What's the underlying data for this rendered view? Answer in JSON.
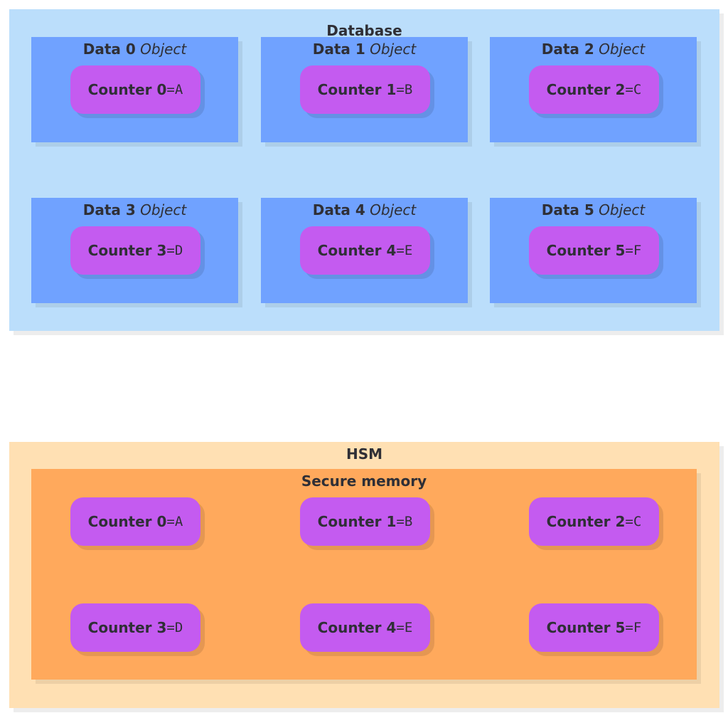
{
  "database": {
    "title": "Database",
    "objects": [
      {
        "name": "Data 0",
        "type": "Object",
        "counter": {
          "name": "Counter 0",
          "eq": "=",
          "value": "A"
        }
      },
      {
        "name": "Data 1",
        "type": "Object",
        "counter": {
          "name": "Counter 1",
          "eq": "=",
          "value": "B"
        }
      },
      {
        "name": "Data 2",
        "type": "Object",
        "counter": {
          "name": "Counter 2",
          "eq": "=",
          "value": "C"
        }
      },
      {
        "name": "Data 3",
        "type": "Object",
        "counter": {
          "name": "Counter 3",
          "eq": "=",
          "value": "D"
        }
      },
      {
        "name": "Data 4",
        "type": "Object",
        "counter": {
          "name": "Counter 4",
          "eq": "=",
          "value": "E"
        }
      },
      {
        "name": "Data 5",
        "type": "Object",
        "counter": {
          "name": "Counter 5",
          "eq": "=",
          "value": "F"
        }
      }
    ]
  },
  "hsm": {
    "title": "HSM",
    "secure_memory": {
      "title": "Secure memory",
      "counters": [
        {
          "name": "Counter 0",
          "eq": "=",
          "value": "A"
        },
        {
          "name": "Counter 1",
          "eq": "=",
          "value": "B"
        },
        {
          "name": "Counter 2",
          "eq": "=",
          "value": "C"
        },
        {
          "name": "Counter 3",
          "eq": "=",
          "value": "D"
        },
        {
          "name": "Counter 4",
          "eq": "=",
          "value": "E"
        },
        {
          "name": "Counter 5",
          "eq": "=",
          "value": "F"
        }
      ]
    }
  },
  "colors": {
    "database_bg": "#bbdefb",
    "object_bg": "#70a2ff",
    "counter_bg": "#c45bf0",
    "hsm_bg": "#ffe0b3",
    "secure_memory_bg": "#ffa95c",
    "text": "#2f2f36"
  }
}
